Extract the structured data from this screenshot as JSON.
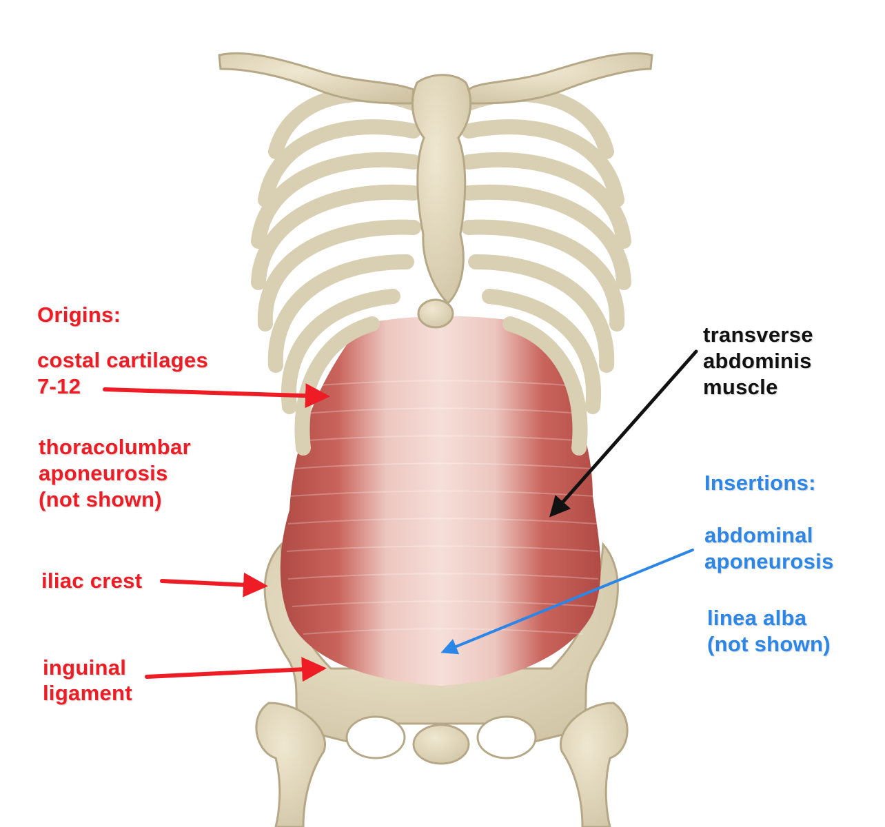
{
  "origins": {
    "heading": "Origins:",
    "costal_line1": "costal cartilages",
    "costal_line2": "7-12",
    "thoraco_line1": "thoracolumbar",
    "thoraco_line2": "aponeurosis",
    "thoraco_line3": "(not shown)",
    "iliac": "iliac crest",
    "inguinal_line1": "inguinal",
    "inguinal_line2": "ligament"
  },
  "muscle": {
    "line1": "transverse",
    "line2": "abdominis",
    "line3": "muscle"
  },
  "insertions": {
    "heading": "Insertions:",
    "abdominal_line1": "abdominal",
    "abdominal_line2": "aponeurosis",
    "linea_line1": "linea alba",
    "linea_line2": "(not shown)"
  },
  "colors": {
    "origins": "#ee1c24",
    "insertions": "#2b86e8",
    "muscle_label": "#111111",
    "bone": "#e3dac0",
    "muscle_dark": "#b8544c",
    "muscle_light": "#f3d9d2"
  }
}
